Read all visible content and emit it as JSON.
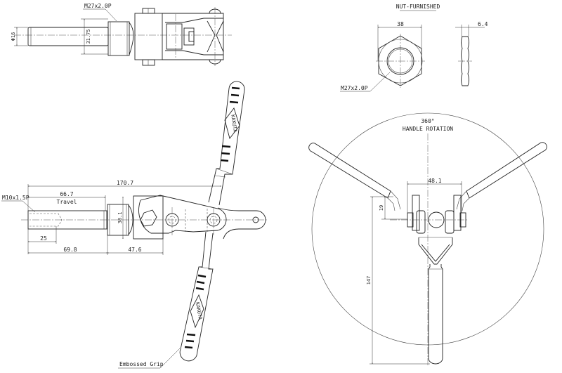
{
  "top_view": {
    "thread_label": "M27x2.0P",
    "dim_height": "31.75",
    "dim_rod_dia": "Φ16"
  },
  "side_view": {
    "thread_label": "M10x1.5P",
    "dim_overall": "170.7",
    "dim_travel": "66.7",
    "travel_label": "Travel",
    "dim_thread_depth": "25",
    "dim_rod": "69.8",
    "dim_body": "47.6",
    "dim_height": "38.1",
    "grip_label": "Embossed Grip",
    "logo_text": "KAKUTA"
  },
  "nut": {
    "title": "NUT-FURNISHED",
    "dim_width": "38",
    "dim_thickness": "6.4",
    "thread_label": "M27x2.0P"
  },
  "rotation_view": {
    "angle": "360°",
    "label": "HANDLE ROTATION",
    "dim_width": "48.1",
    "dim_offset": "19",
    "dim_length": "147"
  }
}
